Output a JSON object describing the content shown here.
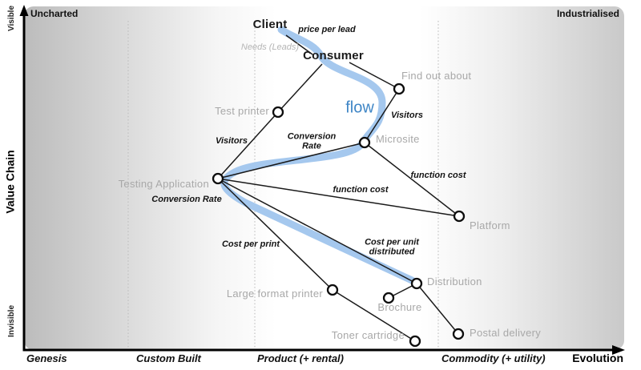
{
  "corners": {
    "top_left": "Uncharted",
    "top_right": "Industrialised"
  },
  "y_axis": {
    "title": "Value Chain",
    "top": "Visible",
    "bottom": "Invisible"
  },
  "x_axis": {
    "title": "Evolution",
    "stages": [
      "Genesis",
      "Custom Built",
      "Product (+ rental)",
      "Commodity (+ utility)"
    ]
  },
  "nodes": {
    "client": "Client",
    "consumer": "Consumer",
    "find_out_about": "Find out about",
    "test_printer": "Test printer",
    "microsite": "Microsite",
    "testing_application": "Testing Application",
    "platform": "Platform",
    "large_format_printer": "Large format printer",
    "distribution": "Distribution",
    "brochure": "Brochure",
    "postal_delivery": "Postal delivery",
    "toner_cartridge": "Toner cartridge"
  },
  "edge_labels": {
    "price_per_lead": "price per lead",
    "needs_leads": "Needs (Leads)",
    "visitors_left": "Visitors",
    "visitors_right": "Visitors",
    "conversion_rate_upper": [
      "Conversion",
      "Rate"
    ],
    "conversion_rate_lower": "Conversion Rate",
    "function_cost_upper": "function cost",
    "function_cost_lower": "function cost",
    "cost_per_print": "Cost per print",
    "cost_per_unit": [
      "Cost per unit",
      "distributed"
    ]
  },
  "flow_label": "flow",
  "colors": {
    "flow_ribbon": "#a5c8ee",
    "flow_text": "#3f86c6",
    "node_label_gray": "#a8a8a8",
    "edge_line": "#1a1a1a"
  }
}
